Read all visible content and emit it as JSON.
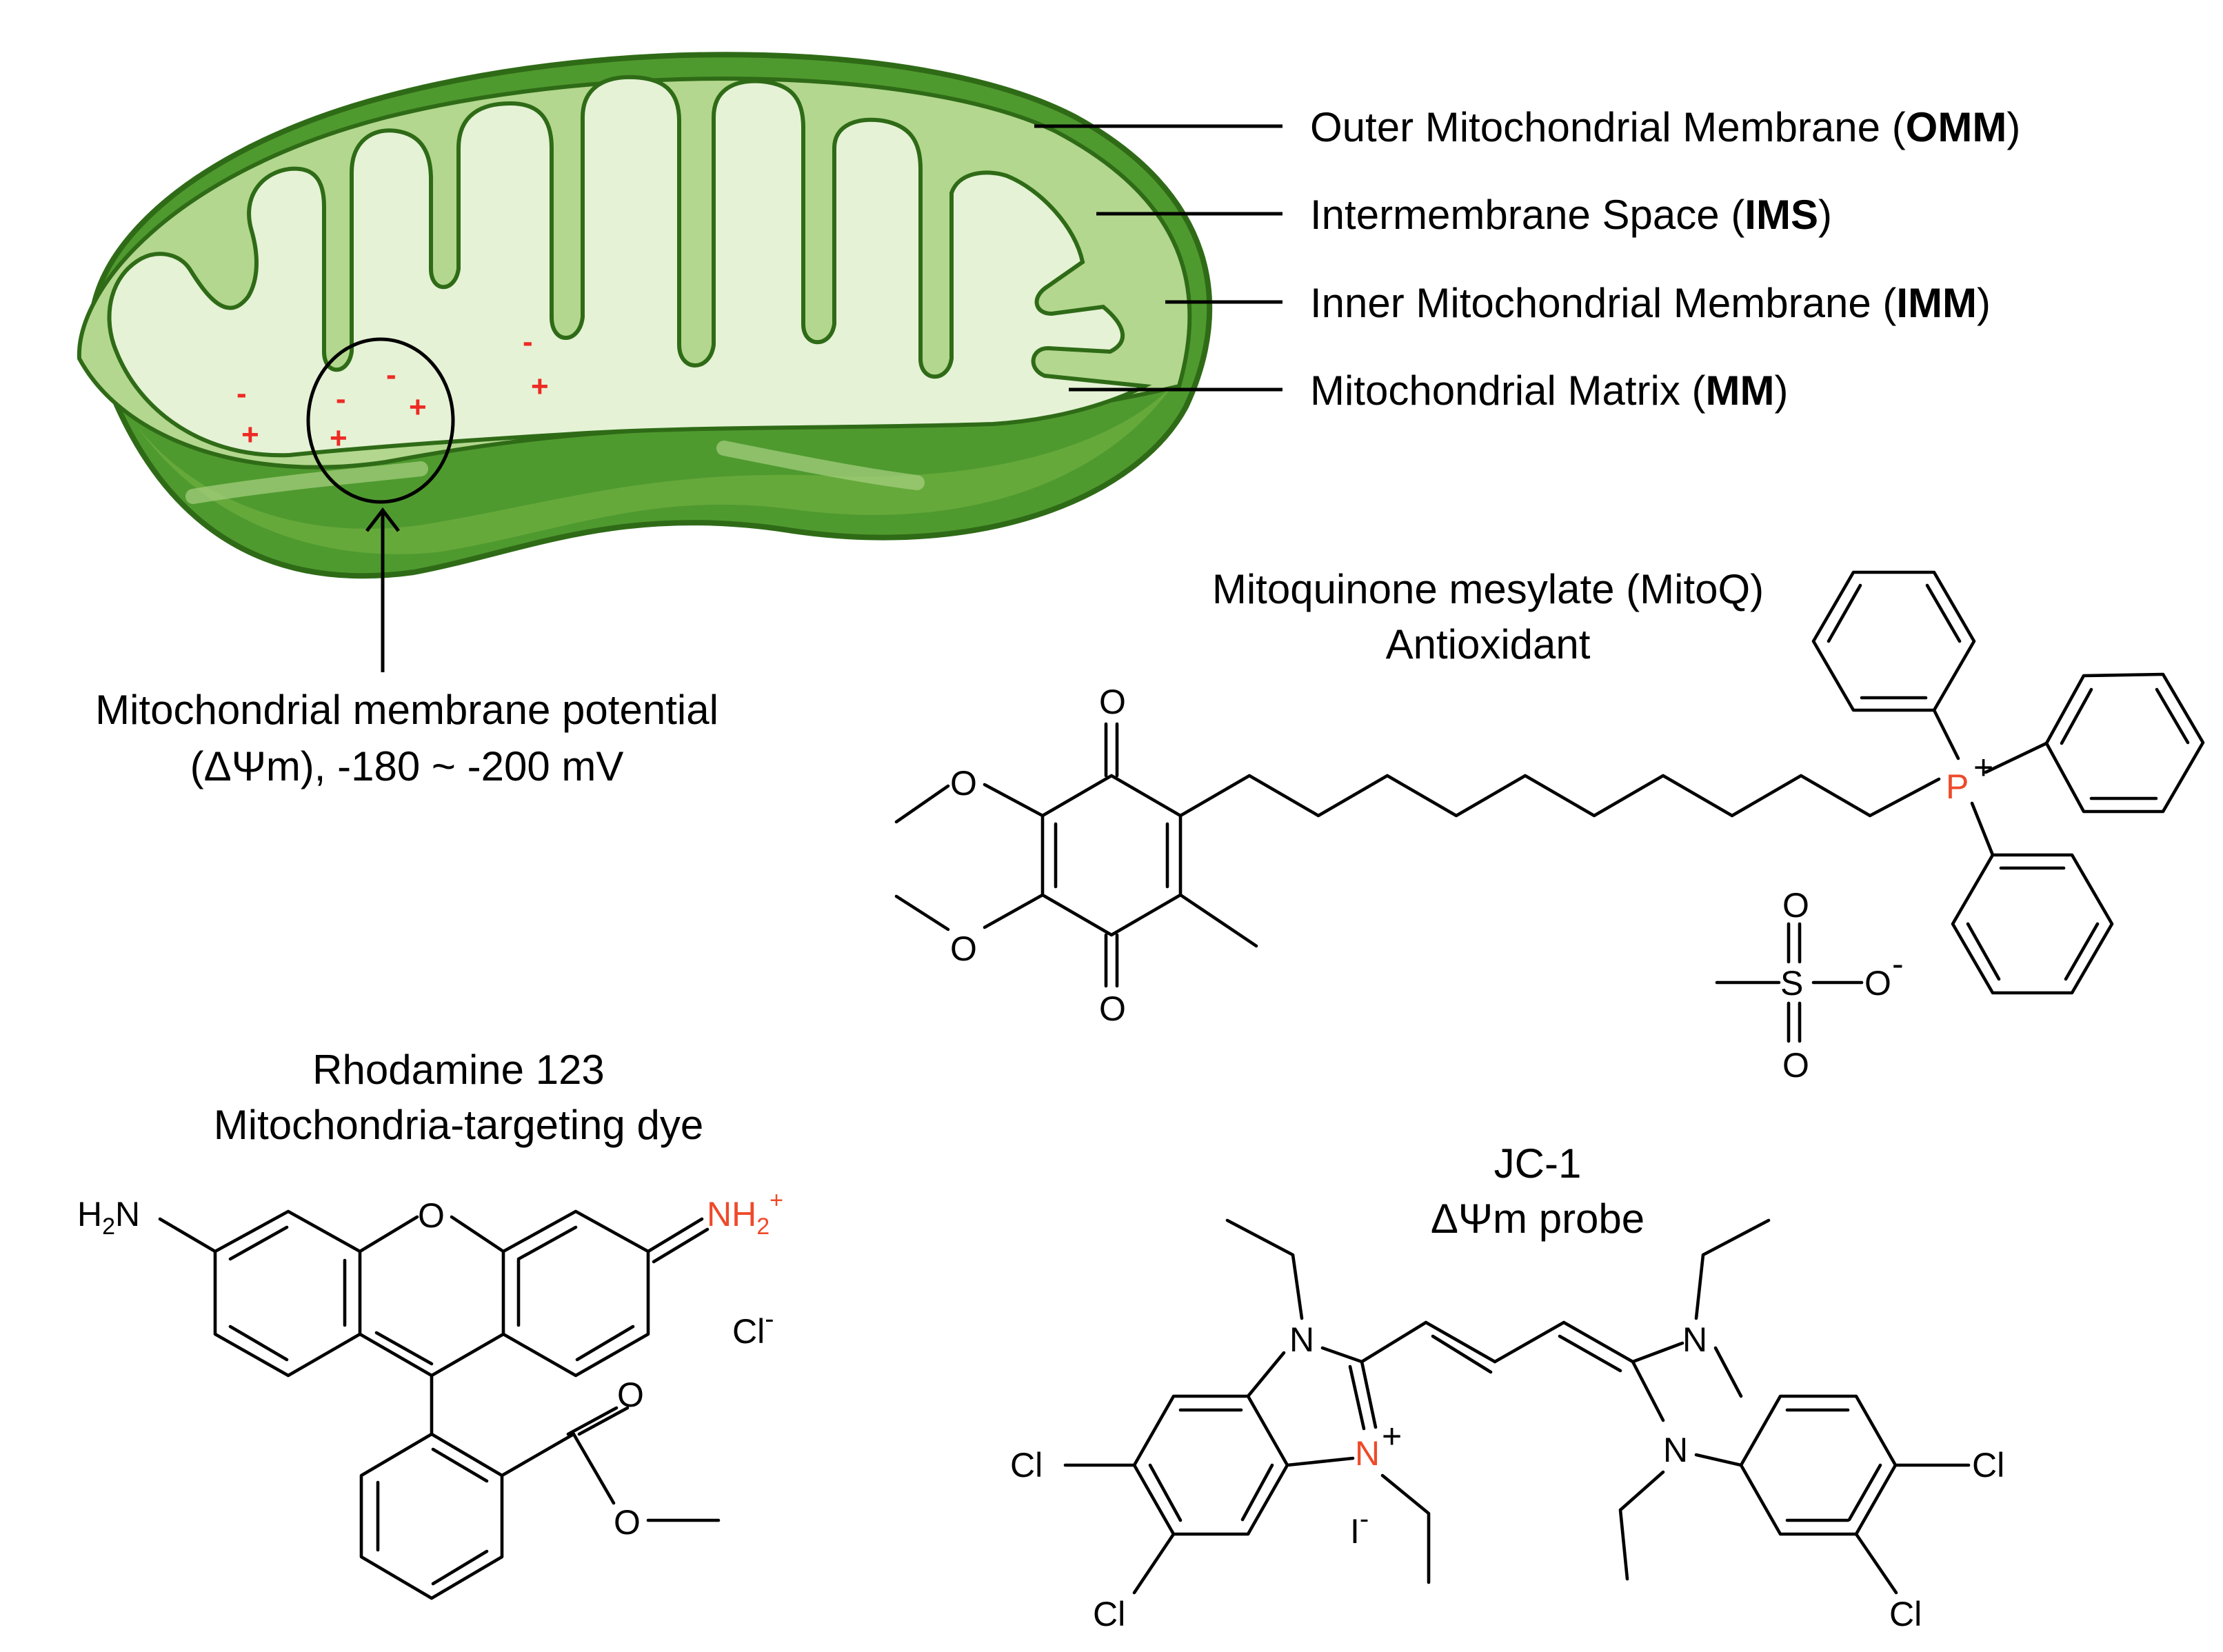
{
  "colors": {
    "membrane_dark": "#4f9a2f",
    "membrane_outline": "#2f6b17",
    "ims_light": "#b3d78e",
    "matrix_pale": "#e5f2d6",
    "cut_face": "#6aab3d",
    "charge_red": "#ee2a24",
    "heteroatom_red": "#ee4a2a"
  },
  "mitochondrion": {
    "labels": {
      "omm": {
        "text": "Outer Mitochondrial Membrane (",
        "abbr": "OMM",
        "close": ")"
      },
      "ims": {
        "text": "Intermembrane Space (",
        "abbr": "IMS",
        "close": ")"
      },
      "imm": {
        "text": "Inner Mitochondrial Membrane (",
        "abbr": "IMM",
        "close": ")"
      },
      "mm": {
        "text": "Mitochondrial Matrix (",
        "abbr": "MM",
        "close": ")"
      }
    },
    "charges": {
      "minus": "-",
      "plus": "+"
    },
    "potential": {
      "line1": "Mitochondrial membrane potential",
      "line2": "(ΔΨm), -180 ~ -200 mV"
    }
  },
  "mitoq": {
    "name": "Mitoquinone mesylate (MitoQ)",
    "role": "Antioxidant",
    "atoms": {
      "O": "O",
      "P": "P",
      "plus": "+",
      "S": "S",
      "minus": "-"
    }
  },
  "rhodamine": {
    "name": "Rhodamine 123",
    "role": "Mitochondria-targeting dye",
    "atoms": {
      "H2N_H": "H",
      "H2N_2": "2",
      "H2N_N": "N",
      "O": "O",
      "NH2": "NH",
      "sub2": "2",
      "plus": "+",
      "Cl": "Cl",
      "minus": "-"
    }
  },
  "jc1": {
    "name": "JC-1",
    "role": "ΔΨm probe",
    "atoms": {
      "N": "N",
      "plus": "+",
      "Cl": "Cl",
      "I": "I",
      "minus": "-"
    }
  }
}
